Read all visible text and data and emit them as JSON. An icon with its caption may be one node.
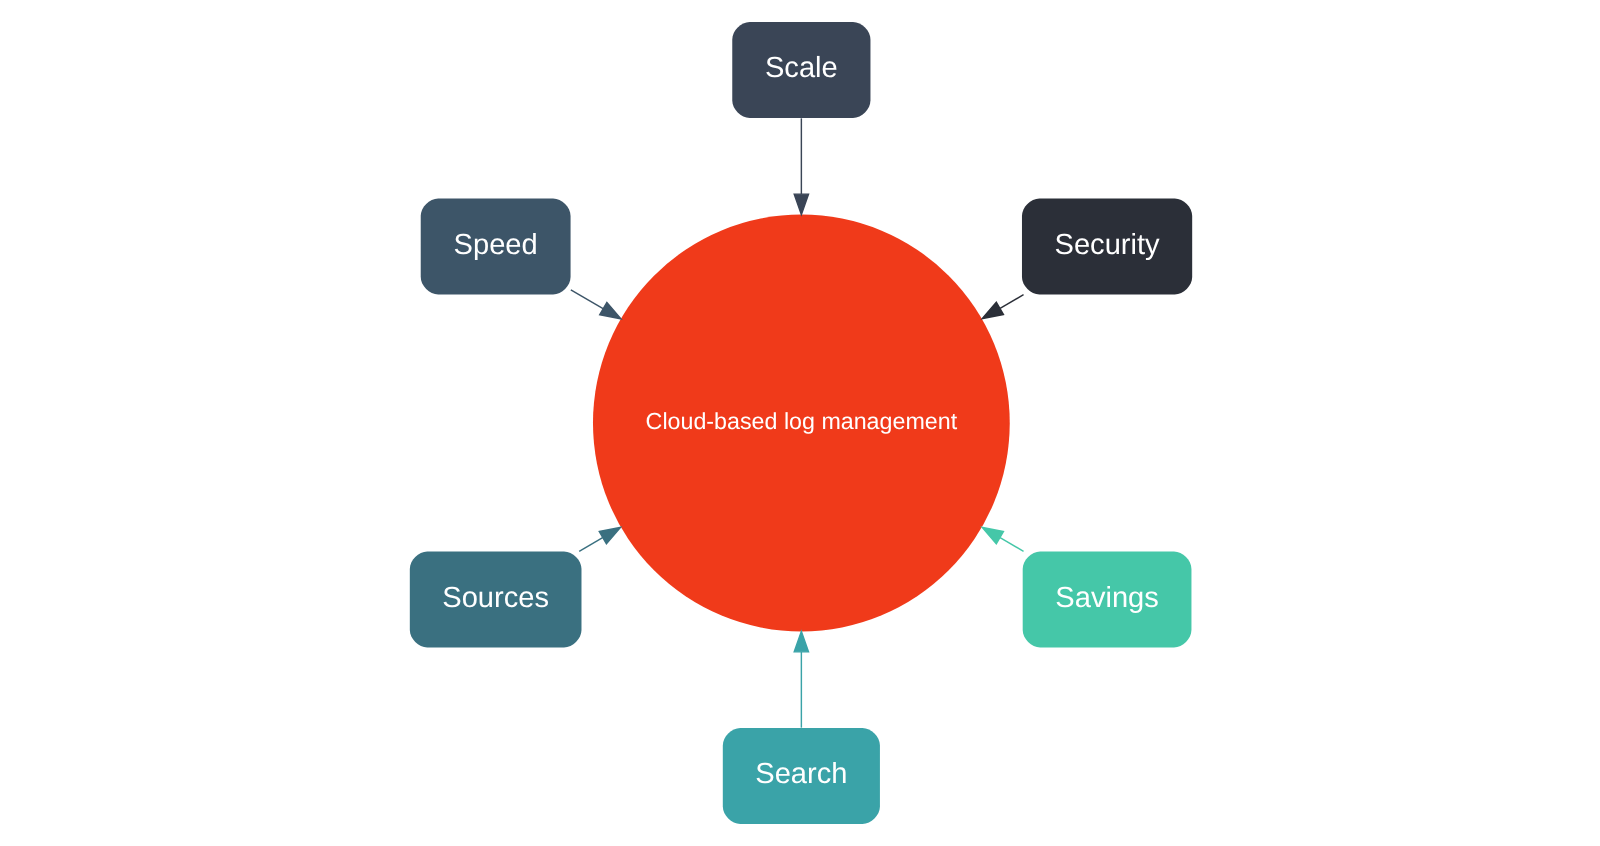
{
  "diagram": {
    "nodes": [
      {
        "text": [
          "Security"
        ]
      },
      {
        "text": [
          "Scale"
        ]
      },
      {
        "text": [
          "Speed"
        ]
      },
      {
        "text": [
          "Sources"
        ]
      },
      {
        "text": [
          "Search"
        ]
      },
      {
        "text": [
          "Savings"
        ]
      },
      {
        "text": [
          "Cloud-based log management"
        ]
      }
    ],
    "edges": [
      {
        "from": 0,
        "to": 6,
        "arrow": "to",
        "color": "#2b2f38"
      },
      {
        "from": 1,
        "to": 6,
        "arrow": "to",
        "color": "#3a4556"
      },
      {
        "from": 2,
        "to": 6,
        "arrow": "to",
        "color": "#3d5568"
      },
      {
        "from": 3,
        "to": 6,
        "arrow": "to",
        "color": "#3a7080"
      },
      {
        "from": 4,
        "to": 6,
        "arrow": "to",
        "color": "#3aa3a8"
      },
      {
        "from": 5,
        "to": 6,
        "arrow": "to",
        "color": "#45c7a8"
      }
    ]
  }
}
